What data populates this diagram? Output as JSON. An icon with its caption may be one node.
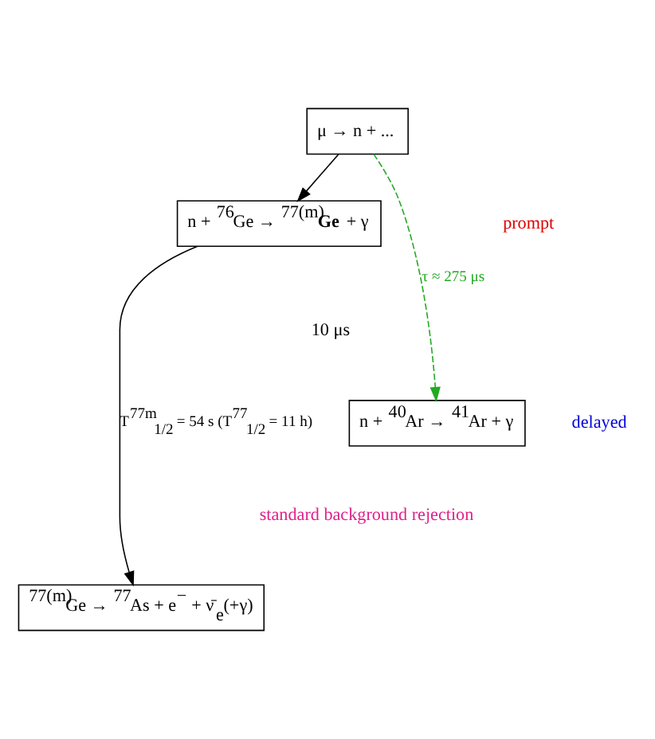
{
  "diagram": {
    "nodes": [
      {
        "text": [
          "μ → n + ..."
        ]
      },
      {
        "text": [
          "n + $^{76}$Ge → $^{77(m)}$**Ge** + γ"
        ]
      },
      {
        "text": [
          "n + $^{40}$Ar → $^{41}$Ar + γ"
        ]
      },
      {
        "text": [
          "$^{77(m)}$Ge → $^{77}$As + e$^{−}$ + ν̄$_{e}$(+γ)"
        ]
      }
    ],
    "edges": [
      {
        "from": 0,
        "to": 1,
        "arrow": "to"
      },
      {
        "from": 0,
        "to": 2,
        "arrow": "to",
        "label": "τ ≈ 275 μs",
        "style": "dashed",
        "color": "#22aa22"
      },
      {
        "from": 1,
        "to": 3,
        "arrow": "to",
        "label": "T$^{77m}$$_{1/2}$ = 54 s (T$^{77}$$_{1/2}$ = 11 h)"
      }
    ],
    "labels": [
      "prompt",
      "10 μs",
      "delayed",
      "standard background rejection"
    ]
  }
}
